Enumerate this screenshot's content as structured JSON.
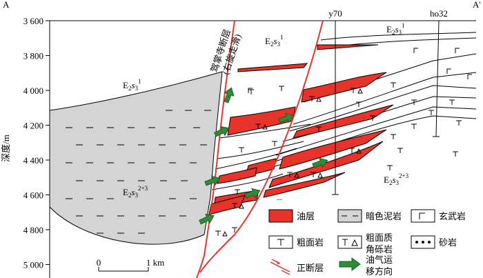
{
  "section_start": "A",
  "section_end": "A'",
  "wells": [
    {
      "name": "y70"
    },
    {
      "name": "ho32"
    }
  ],
  "y_axis": {
    "label": "深度/m",
    "ticks": [
      "3 600",
      "3 800",
      "4 000",
      "4 200",
      "4 400",
      "4 600",
      "4 800",
      "5 000"
    ]
  },
  "fault_label": "驾掌寺断层",
  "fault_sublabel": "(右旋走滑)",
  "formations": {
    "upper_left": {
      "base": "E",
      "sub1": "2",
      "s": "s",
      "sub2": "3",
      "sup": "1"
    },
    "upper_mid": {
      "base": "E",
      "sub1": "2",
      "s": "s",
      "sub2": "3",
      "sup": "1"
    },
    "upper_right": {
      "base": "E",
      "sub1": "2",
      "s": "s",
      "sub2": "3",
      "sup": "1"
    },
    "lower_left": {
      "base": "E",
      "sub1": "2",
      "s": "s",
      "sub2": "3",
      "sup": "2+3"
    },
    "lower_right": {
      "base": "E",
      "sub1": "2",
      "s": "s",
      "sub2": "3",
      "sup": "2+3"
    }
  },
  "scale": {
    "start": "0",
    "end": "1 km"
  },
  "legend": [
    {
      "key": "oil",
      "label": "油层"
    },
    {
      "key": "mudstone",
      "label": "暗色泥岩"
    },
    {
      "key": "basalt",
      "label": "玄武岩"
    },
    {
      "key": "trachyte",
      "label": "粗面岩"
    },
    {
      "key": "breccia",
      "label1": "粗面质",
      "label2": "角砾岩"
    },
    {
      "key": "sandstone",
      "label": "砂岩"
    },
    {
      "key": "normal_fault",
      "label": "正断层"
    },
    {
      "key": "migration",
      "label1": "油气运",
      "label2": "移方向"
    }
  ],
  "colors": {
    "oil": "#e8332a",
    "mudstone": "#d4d4d4",
    "fault": "#e8332a",
    "arrow": "#2e8b3a",
    "arrow_edge": "#1b5e20"
  }
}
